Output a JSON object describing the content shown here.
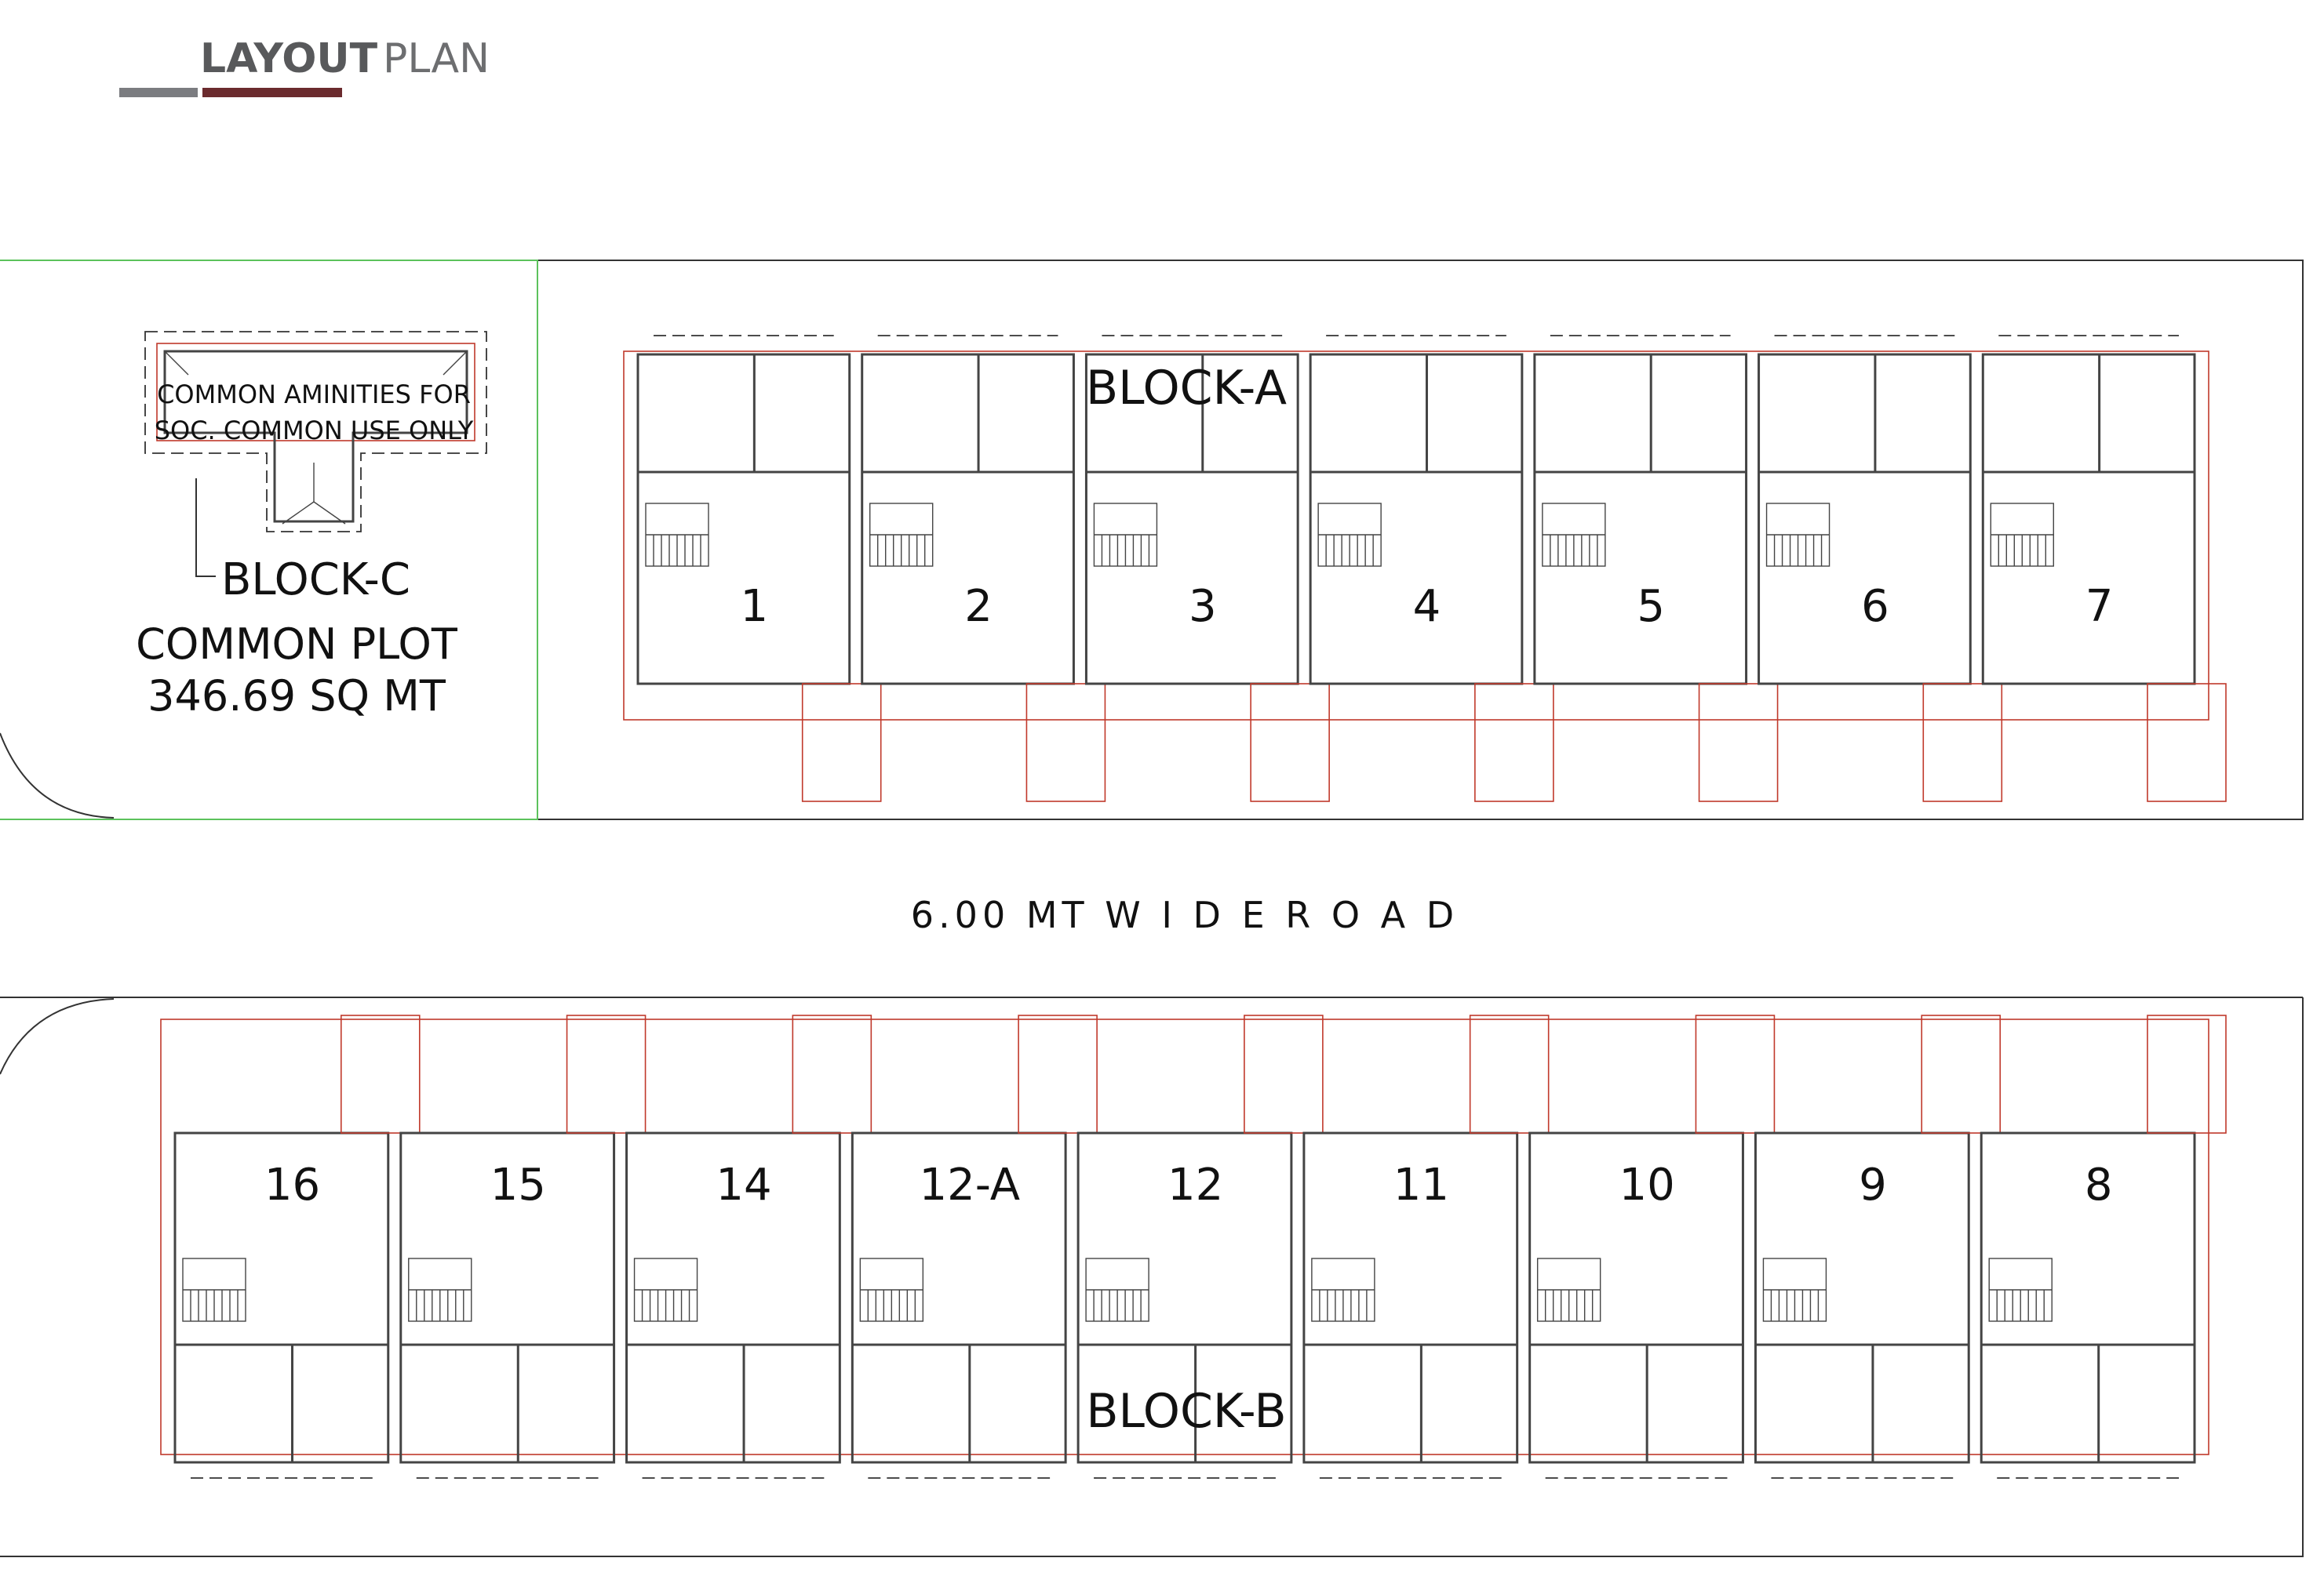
{
  "header": {
    "title_bold": "LAYOUT",
    "title_light": "PLAN",
    "underline_gray": "#7b7c80",
    "underline_red": "#6b2b2e"
  },
  "road": {
    "label": "6.00  MT  W I D E  R O A D"
  },
  "block_a": {
    "label": "BLOCK-A",
    "units": [
      "1",
      "2",
      "3",
      "4",
      "5",
      "6",
      "7"
    ]
  },
  "block_b": {
    "label": "BLOCK-B",
    "units": [
      "16",
      "15",
      "14",
      "12-A",
      "12",
      "11",
      "10",
      "9",
      "8"
    ]
  },
  "block_c": {
    "label": "BLOCK-C",
    "note_line1": "COMMON AMINITIES FOR",
    "note_line2": "SOC. COMMON USE ONLY",
    "plot_line1": "COMMON PLOT",
    "plot_line2": "346.69 SQ MT"
  },
  "colors": {
    "red_outline": "#c0392b",
    "green_boundary": "#5cc25c",
    "line": "#333333"
  }
}
